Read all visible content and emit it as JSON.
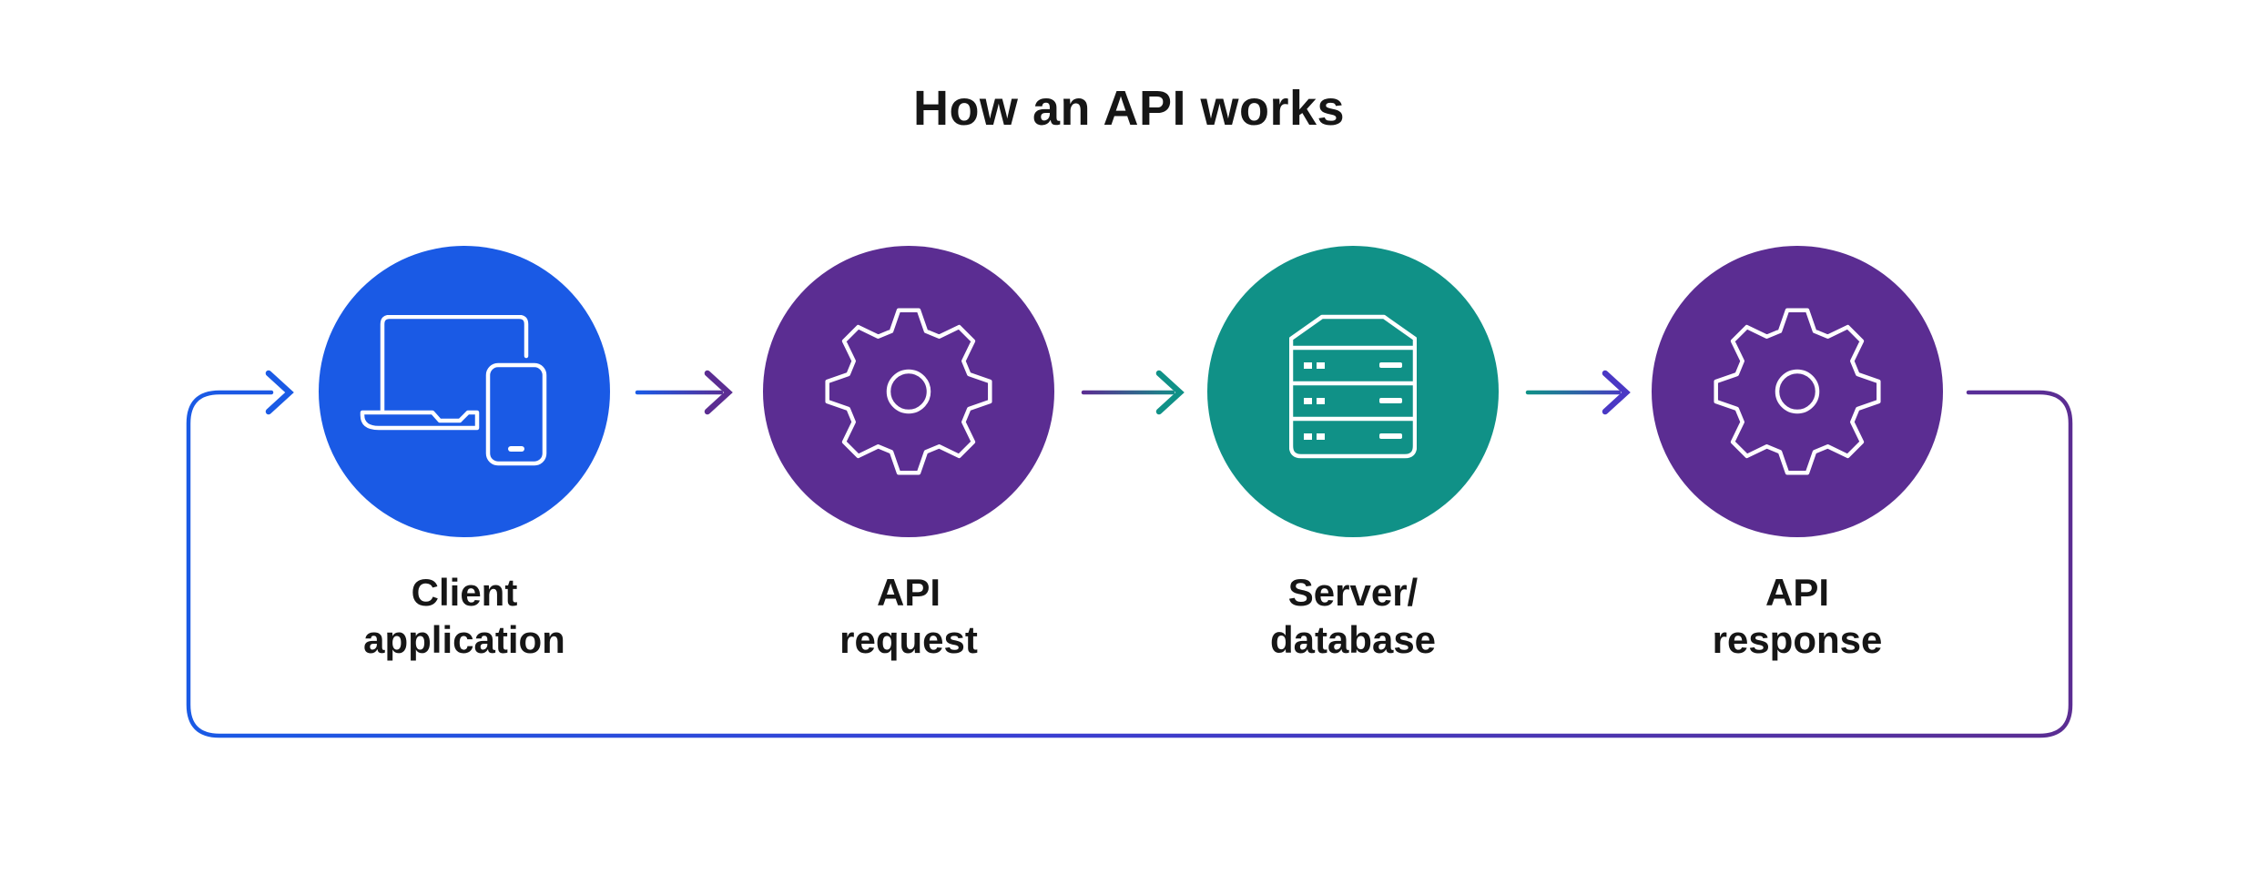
{
  "title": "How an API works",
  "colors": {
    "blue": "#1A5AE5",
    "purple": "#5B2D92",
    "teal": "#109187",
    "indigo": "#3A3FD2",
    "violet": "#4A38C4",
    "ink": "#161616",
    "white": "#FFFFFF",
    "background": "#FFFFFF"
  },
  "steps": [
    {
      "label_lines": [
        "Client",
        "application"
      ],
      "icon": "laptop-phone-icon",
      "color": "blue"
    },
    {
      "label_lines": [
        "API",
        "request"
      ],
      "icon": "gear-icon",
      "color": "purple"
    },
    {
      "label_lines": [
        "Server/",
        "database"
      ],
      "icon": "server-icon",
      "color": "teal"
    },
    {
      "label_lines": [
        "API",
        "response"
      ],
      "icon": "gear-icon",
      "color": "purple"
    }
  ],
  "connections": [
    {
      "from": "Client application",
      "to": "API request",
      "type": "arrow-right"
    },
    {
      "from": "API request",
      "to": "Server/database",
      "type": "arrow-right"
    },
    {
      "from": "Server/database",
      "to": "API response",
      "type": "arrow-right"
    },
    {
      "from": "API response",
      "to": "Client application",
      "type": "return-loop"
    }
  ]
}
